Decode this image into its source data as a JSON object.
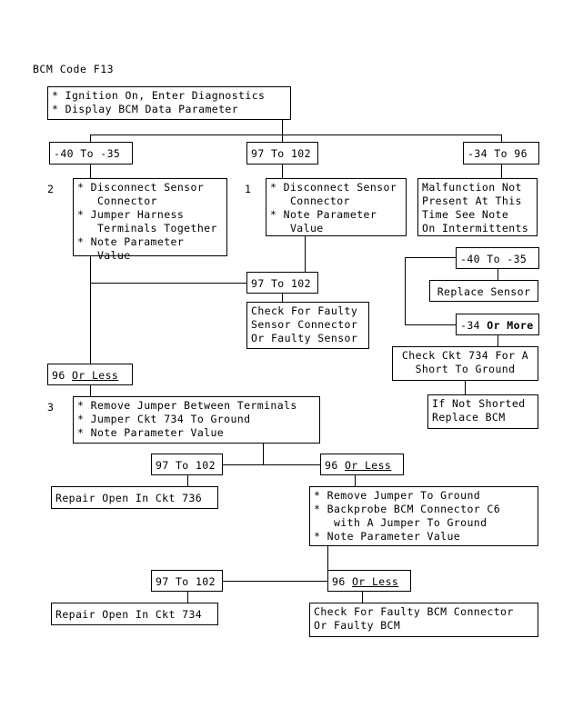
{
  "diagram": {
    "title": "BCM Code F13",
    "type": "troubleshooting-flowchart",
    "nodes": {
      "start": {
        "id": "start",
        "text": "* Ignition On, Enter Diagnostics\n* Display BCM Data Parameter"
      },
      "branch_a_label": {
        "id": "branch_a_label",
        "text": "-40 To -35"
      },
      "branch_b_label": {
        "id": "branch_b_label",
        "text": "97 To 102"
      },
      "branch_c_label": {
        "id": "branch_c_label",
        "text": "-34 To 96"
      },
      "step2": {
        "id": "step2",
        "step_number": "2",
        "text": "* Disconnect Sensor\n   Connector\n* Jumper Harness\n   Terminals Together\n* Note Parameter\n   Value"
      },
      "step1": {
        "id": "step1",
        "step_number": "1",
        "text": "* Disconnect Sensor\n   Connector\n* Note Parameter\n   Value"
      },
      "malfunction_not_present": {
        "id": "malfunction_not_present",
        "text": "Malfunction Not\nPresent At This\nTime See Note\nOn Intermittents"
      },
      "s1_out_40_35": {
        "id": "s1_out_40_35",
        "text": "-40 To -35"
      },
      "replace_sensor": {
        "id": "replace_sensor",
        "text": "Replace Sensor"
      },
      "s1_out_34_or_more": {
        "id": "s1_out_34_or_more",
        "prefix": "-34 ",
        "bold": "Or More"
      },
      "check_ckt_734_short": {
        "id": "check_ckt_734_short",
        "text": "Check Ckt 734 For A\nShort To Ground"
      },
      "if_not_shorted": {
        "id": "if_not_shorted",
        "text": "If Not Shorted\nReplace BCM"
      },
      "s2_out_97_102": {
        "id": "s2_out_97_102",
        "text": "97 To 102"
      },
      "check_faulty_sensor": {
        "id": "check_faulty_sensor",
        "text": "Check For Faulty\nSensor Connector\nOr Faulty Sensor"
      },
      "s2_out_96_or_less": {
        "id": "s2_out_96_or_less",
        "prefix": "96 ",
        "underline": "Or Less"
      },
      "step3": {
        "id": "step3",
        "step_number": "3",
        "text": "* Remove Jumper Between Terminals\n* Jumper Ckt 734 To Ground\n* Note Parameter Value"
      },
      "s3_out_97_102": {
        "id": "s3_out_97_102",
        "text": "97 To 102"
      },
      "repair_open_736": {
        "id": "repair_open_736",
        "text": "Repair Open In Ckt 736"
      },
      "s3_out_96_or_less": {
        "id": "s3_out_96_or_less",
        "prefix": "96 ",
        "underline": "Or Less"
      },
      "step4": {
        "id": "step4",
        "text": "* Remove Jumper To Ground\n* Backprobe BCM Connector C6\n   with A Jumper To Ground\n* Note Parameter Value"
      },
      "s4_out_97_102": {
        "id": "s4_out_97_102",
        "text": "97 To 102"
      },
      "repair_open_734": {
        "id": "repair_open_734",
        "text": "Repair Open In Ckt 734"
      },
      "s4_out_96_or_less": {
        "id": "s4_out_96_or_less",
        "prefix": "96 ",
        "underline": "Or Less"
      },
      "check_faulty_bcm": {
        "id": "check_faulty_bcm",
        "text": "Check For Faulty BCM Connector\nOr Faulty BCM"
      }
    },
    "colors": {
      "background": "#ffffff",
      "stroke": "#000000",
      "text": "#000000"
    }
  }
}
